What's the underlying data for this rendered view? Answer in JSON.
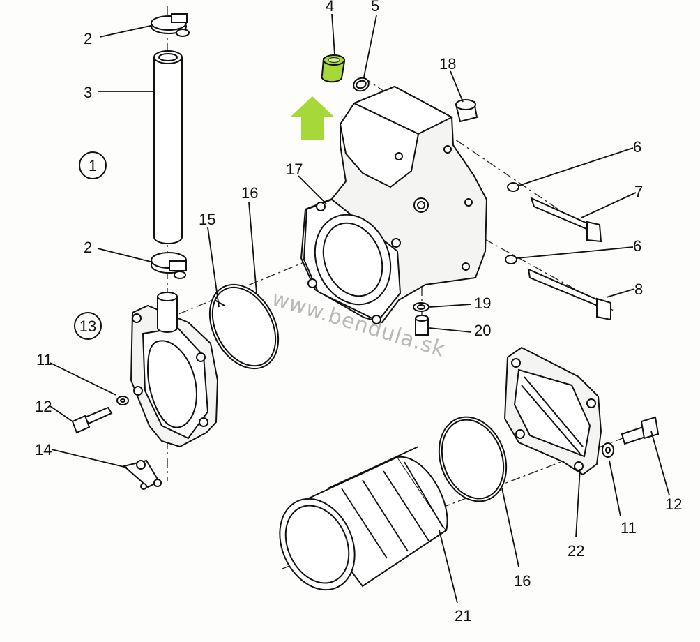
{
  "watermark": "www.bendula.sk",
  "highlight_color": "#a7d83a",
  "groups": {
    "group_1": "1",
    "group_13": "13"
  },
  "callouts": {
    "c2a": "2",
    "c3": "3",
    "c2b": "2",
    "c4": "4",
    "c5": "5",
    "c18": "18",
    "c6a": "6",
    "c7": "7",
    "c6b": "6",
    "c8": "8",
    "c17": "17",
    "c16a": "16",
    "c15": "15",
    "c19": "19",
    "c20": "20",
    "c11a": "11",
    "c12a": "12",
    "c14": "14",
    "c16b": "16",
    "c21": "21",
    "c22": "22",
    "c11b": "11",
    "c12b": "12"
  },
  "icons": {
    "arrow": "up-arrow-icon"
  }
}
